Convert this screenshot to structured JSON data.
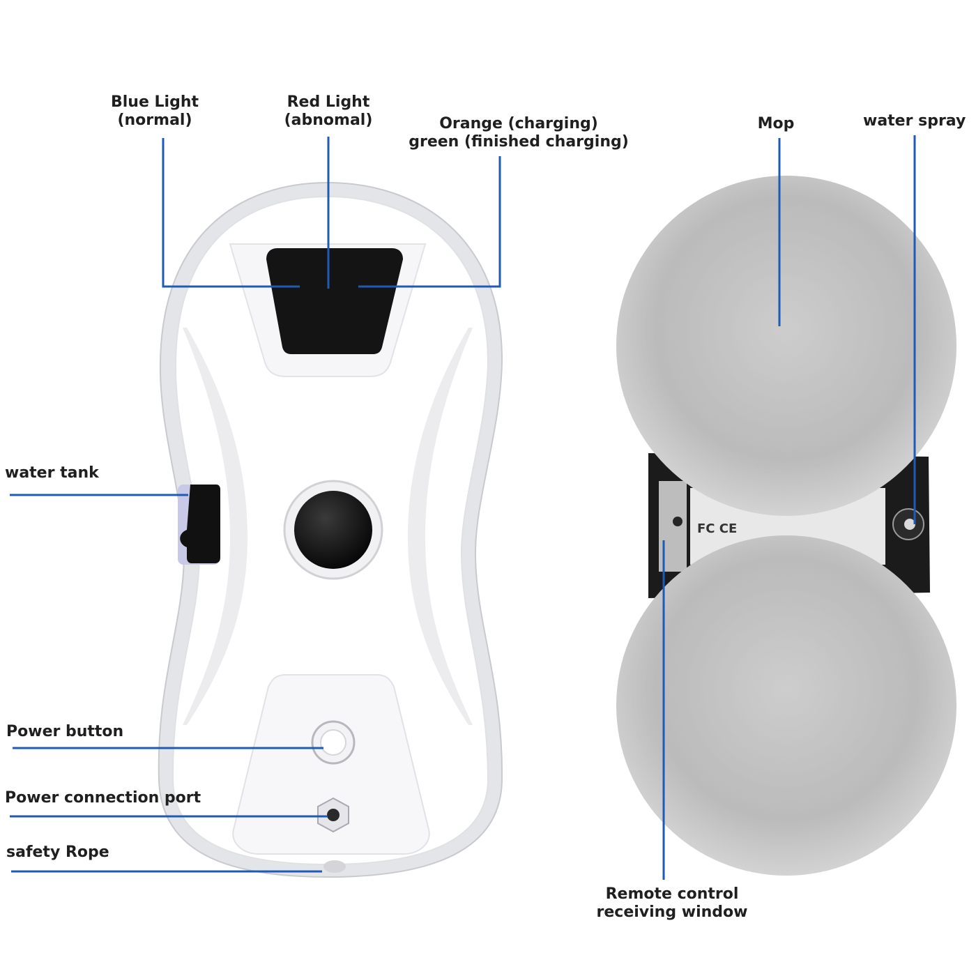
{
  "labels": {
    "blue_light": [
      "Blue Light",
      "(normal)"
    ],
    "red_light": [
      "Red Light",
      "(abnomal)"
    ],
    "orange_green": [
      "Orange (charging)",
      "green (finished charging)"
    ],
    "mop": [
      "Mop"
    ],
    "water_spray": [
      "water spray"
    ],
    "water_tank": [
      "water tank"
    ],
    "power_button": [
      "Power button"
    ],
    "power_port": [
      "Power connection port"
    ],
    "safety_rope": [
      "safety Rope"
    ],
    "remote_window": [
      "Remote control",
      "receiving window"
    ]
  },
  "colors": {
    "leader_line": "#1f5bb5",
    "text": "#1f1f1f",
    "body_white": "#ffffff",
    "body_rim": "#d9dade",
    "indicator_panel": "#141414",
    "mop_gray": "#bdbdbd"
  }
}
